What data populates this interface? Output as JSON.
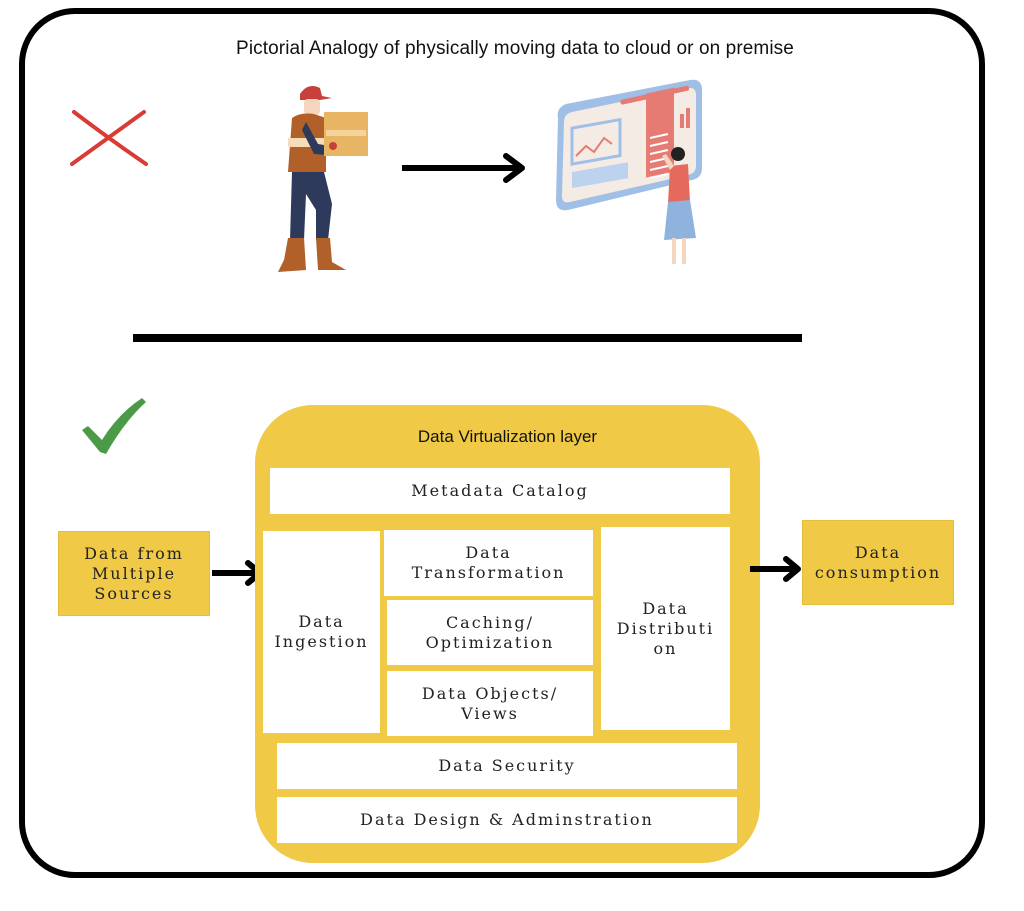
{
  "title": "Pictorial Analogy of physically moving data to cloud or on premise",
  "analogy": {
    "status_icon": "cross-icon",
    "left_illustration": "delivery-person-carrying-box",
    "arrow": "arrow-right-icon",
    "right_illustration": "person-viewing-dashboard-screen"
  },
  "colors": {
    "accent_yellow": "#f0c946",
    "cross_red": "#d93b35",
    "check_green": "#4a9a48",
    "frame": "#000000"
  },
  "diagram": {
    "status_icon": "checkmark-icon",
    "source_label": "Data from\nMultiple\nSources",
    "consumer_label": "Data\nconsumption",
    "layer": {
      "title": "Data Virtualization layer",
      "metadata_catalog": "Metadata Catalog",
      "ingestion": "Data\nIngestion",
      "transformation": "Data\nTransformation",
      "caching": "Caching/\nOptimization",
      "objects_views": "Data Objects/\nViews",
      "distribution": "Data\nDistributi\non",
      "security": "Data Security",
      "design_admin": "Data Design & Adminstration"
    }
  }
}
